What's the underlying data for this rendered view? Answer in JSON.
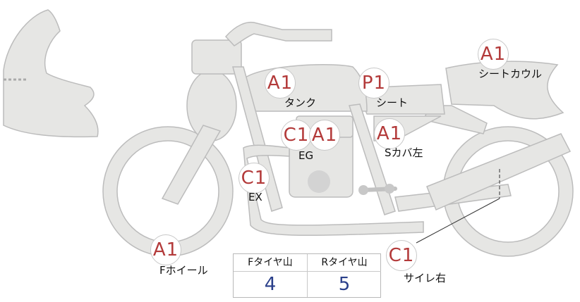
{
  "parts": [
    {
      "id": "tank",
      "grade": "A1",
      "label": "タンク"
    },
    {
      "id": "seat",
      "grade": "P1",
      "label": "シート"
    },
    {
      "id": "seat-cowl",
      "grade": "A1",
      "label": "シートカウル"
    },
    {
      "id": "engine",
      "grade": "C1",
      "grade2": "A1",
      "label": "EG"
    },
    {
      "id": "side-cover-left",
      "grade": "A1",
      "label": "Sカバ左"
    },
    {
      "id": "exhaust",
      "grade": "C1",
      "label": "EX"
    },
    {
      "id": "front-wheel",
      "grade": "A1",
      "label": "Fホイール"
    },
    {
      "id": "muffler-right",
      "grade": "C1",
      "label": "サイレ右"
    }
  ],
  "tires": {
    "front_label": "Fタイヤ山",
    "front_value": "4",
    "rear_label": "Rタイヤ山",
    "rear_value": "5"
  },
  "colors": {
    "grade": "#b33a3a",
    "tire_value": "#2a3f8a",
    "part_fill": "#e6e6e4",
    "part_stroke": "#bcbcbc"
  }
}
